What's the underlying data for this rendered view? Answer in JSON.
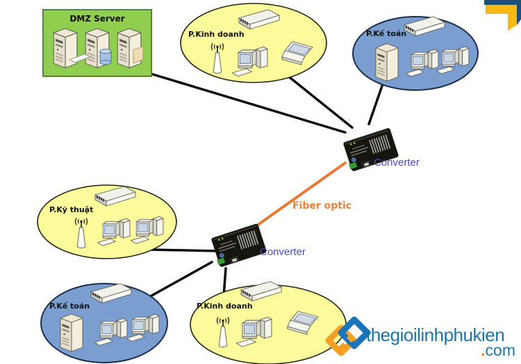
{
  "dmz": {
    "label": "DMZ Server",
    "devices": [
      "server-with-card",
      "server-with-database",
      "server-with-page"
    ]
  },
  "groups": [
    {
      "label": "P.Kinh doanh",
      "fill": "#FBFB9B",
      "devices": [
        "switch",
        "wireless-antenna",
        "desktop-pc",
        "laptop"
      ]
    },
    {
      "label": "P.Kế toán",
      "fill": "#7B9ED0",
      "devices": [
        "switch",
        "tower-pc",
        "desktop-pc",
        "desktop-pc"
      ]
    },
    {
      "label": "P.Kỹ thuật",
      "fill": "#FBFB9B",
      "devices": [
        "switch",
        "wireless-antenna",
        "desktop-pc",
        "desktop-pc"
      ]
    },
    {
      "label": "P.Kế toán",
      "fill": "#7B9ED0",
      "devices": [
        "switch",
        "tower-pc",
        "desktop-pc",
        "desktop-pc"
      ]
    },
    {
      "label": "P.Kinh doanh",
      "fill": "#FBFB9B",
      "devices": [
        "switch",
        "wireless-antenna",
        "desktop-pc",
        "laptop"
      ]
    }
  ],
  "converters": {
    "top_label": "Converter",
    "bottom_label": "Converter"
  },
  "fiber": {
    "label": "Fiber optic"
  },
  "logo": {
    "name": "thegioilinhphukien",
    "dot": ".",
    "tld": "com"
  },
  "colors": {
    "dmz_green_fill": "#8FCE4F",
    "dmz_green_stroke": "#55882C",
    "group_yellow_fill": "#FBFB9B",
    "group_blue_fill": "#7B9ED0",
    "link_black": "#0A0A0A",
    "fiber_orange": "#E87A33",
    "converter_label_blue": "#4A4AC8",
    "fiber_label_orange": "#E8833C",
    "logo_blue": "#1B74A8",
    "logo_orange": "#E89020",
    "corner_navy": "#1A5276",
    "corner_yellow": "#FDB913"
  }
}
